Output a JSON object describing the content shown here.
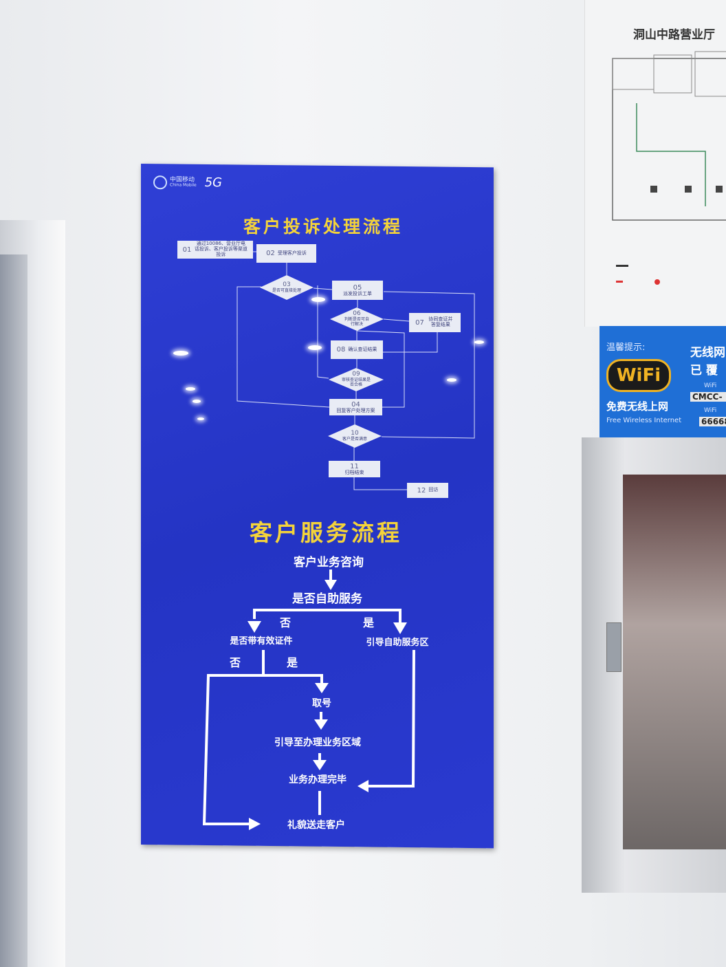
{
  "poster": {
    "logo": {
      "cn": "中国移动",
      "en": "China Mobile",
      "badge": "5G"
    },
    "complaint": {
      "title": "客户投诉处理流程",
      "steps": [
        {
          "n": "01",
          "label": "通过10086、营业厅电话投诉、客户投诉等渠道投诉"
        },
        {
          "n": "02",
          "label": "受理客户投诉"
        },
        {
          "n": "03",
          "label": "是否可直接处理"
        },
        {
          "n": "05",
          "label": "派发投诉工单"
        },
        {
          "n": "06",
          "label": "判断是否可自行解决"
        },
        {
          "n": "07",
          "label": "协同查证并答复结果"
        },
        {
          "n": "08",
          "label": "确认查证结果"
        },
        {
          "n": "09",
          "label": "审核查证结果是否合格"
        },
        {
          "n": "04",
          "label": "回复客户处理方案"
        },
        {
          "n": "10",
          "label": "客户是否满意"
        },
        {
          "n": "11",
          "label": "归档结束"
        },
        {
          "n": "12",
          "label": "回访"
        }
      ]
    },
    "service": {
      "title": "客户服务流程",
      "consult": "客户业务咨询",
      "self_service_q": "是否自助服务",
      "no1": "否",
      "yes1": "是",
      "id_q": "是否带有效证件",
      "guide_self": "引导自助服务区",
      "no2": "否",
      "yes2": "是",
      "ticket": "取号",
      "guide_area": "引导至办理业务区域",
      "done": "业务办理完毕",
      "farewell": "礼貌送走客户"
    },
    "colors": {
      "background": "#2a3ad0",
      "title": "#f4d33a",
      "box": "#e9ecf5"
    }
  },
  "floor_plan": {
    "title": "洞山中路营业厅"
  },
  "wifi_sign": {
    "tip": "温馨提示:",
    "logo": "WiFi",
    "cn": "免费无线上网",
    "en": "Free Wireless Internet",
    "right1": "无线网",
    "right2": "已 覆",
    "ssid_label": "WiFi",
    "ssid": "CMCC-",
    "pw_label": "WiFi",
    "pw": "66668"
  }
}
